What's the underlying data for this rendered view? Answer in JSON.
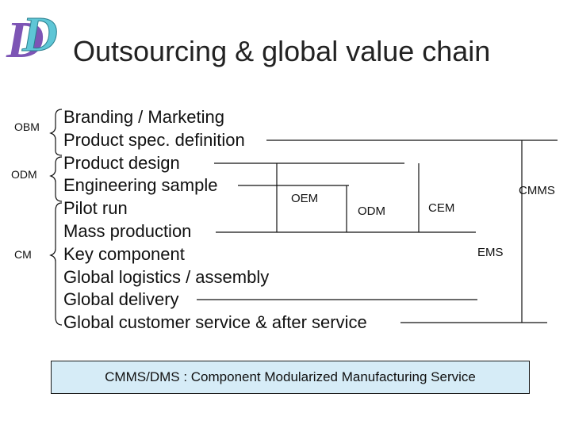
{
  "title": "Outsourcing & global value chain",
  "logo": {
    "letters": "DD",
    "color_front": "#5ec6d6",
    "color_back": "#7d55b5"
  },
  "left_labels": [
    "OBM",
    "ODM",
    "CM"
  ],
  "steps": [
    "Branding / Marketing",
    "Product spec. definition",
    "Product design",
    "Engineering sample",
    "Pilot run",
    "Mass production",
    "Key component",
    "Global logistics / assembly",
    "Global delivery",
    "Global customer service & after service"
  ],
  "chain_labels": {
    "oem": "OEM",
    "odm": "ODM",
    "cem": "CEM",
    "ems": "EMS",
    "cmms": "CMMS"
  },
  "footnote": "CMMS/DMS : Component Modularized Manufacturing Service",
  "colors": {
    "footnote_bg": "#d6ecf7",
    "line": "#111111"
  }
}
